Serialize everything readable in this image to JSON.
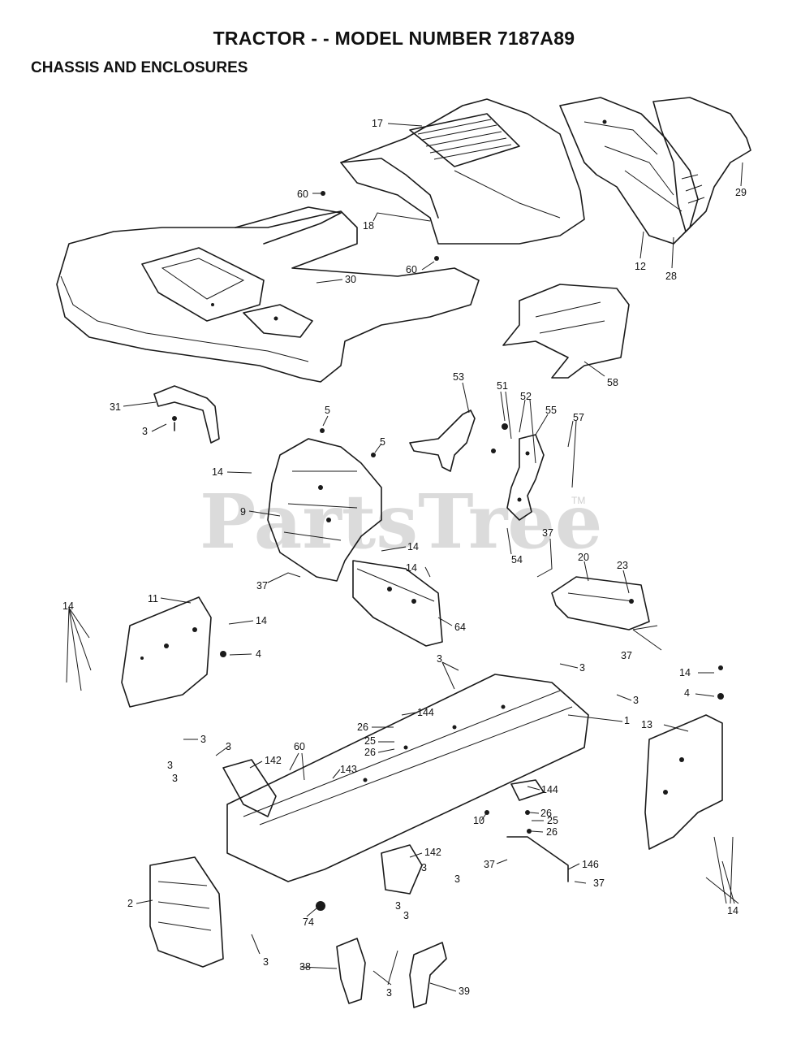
{
  "header": {
    "title": "TRACTOR - - MODEL NUMBER 7187A89",
    "section": "CHASSIS AND ENCLOSURES"
  },
  "watermark": {
    "text": "PartsTree",
    "trademark": "TM"
  },
  "callouts": {
    "p17": "17",
    "p60a": "60",
    "p18": "18",
    "p12": "12",
    "p28": "28",
    "p29": "29",
    "p30": "30",
    "p60b": "60",
    "p58": "58",
    "p53": "53",
    "p51": "51",
    "p52": "52",
    "p55": "55",
    "p57": "57",
    "p31": "31",
    "p3a": "3",
    "p5a": "5",
    "p5b": "5",
    "p14a": "14",
    "p9": "9",
    "p14b": "14",
    "p14c": "14",
    "p54": "54",
    "p37a": "37",
    "p37b": "37",
    "p20": "20",
    "p23": "23",
    "p11": "11",
    "p14d": "14",
    "p14e": "14",
    "p4a": "4",
    "p64": "64",
    "p37c": "37",
    "p3b": "3",
    "p3c": "3",
    "p3d": "3",
    "p14f": "14",
    "p4b": "4",
    "p1": "1",
    "p144a": "144",
    "p26a": "26",
    "p25a": "25",
    "p26b": "26",
    "p13": "13",
    "p3e": "3",
    "p3f": "3",
    "p60c": "60",
    "p142a": "142",
    "p3g": "3",
    "p3h": "3",
    "p143": "143",
    "p144b": "144",
    "p26c": "26",
    "p10": "10",
    "p25b": "25",
    "p26d": "26",
    "p142b": "142",
    "p3i": "3",
    "p3j": "3",
    "p37d": "37",
    "p146": "146",
    "p37e": "37",
    "p2": "2",
    "p3k": "3",
    "p3l": "3",
    "p74": "74",
    "p14g": "14",
    "p3m": "3",
    "p38": "38",
    "p3n": "3",
    "p39": "39"
  }
}
